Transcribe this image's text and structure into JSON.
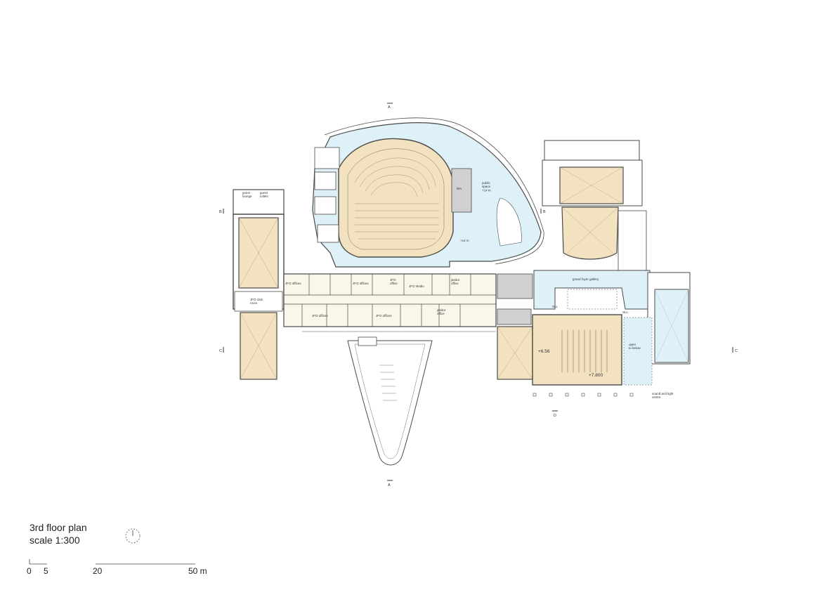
{
  "title": {
    "line1": "3rd floor plan",
    "line2": "scale 1:300"
  },
  "scale_bar": {
    "ticks": [
      "0",
      "5",
      "20",
      "50 m"
    ]
  },
  "section_marks": {
    "a_top": "A",
    "a_bottom": "A",
    "b_left": "B",
    "b_right": "B",
    "c_left": "C",
    "c_right": "C",
    "d": "D"
  },
  "room_labels": {
    "guest_lounge": "guest\nlounge",
    "guest_toilets": "guest\ntoilets",
    "jfo_club_room": "JFO club\nroom",
    "jfo_offices_1": "JFO offices",
    "jfo_offices_2": "JFO offices",
    "jfo_offices_3": "JFO offices",
    "jfo_offices_4": "JFO offices",
    "jfo_studio": "JFO studio",
    "jfo_office": "JFO\noffice",
    "janitor_office_1": "janitor\noffice",
    "janitor_office_2": "janitor\noffice",
    "public_space": "public\nspace\n+14 m",
    "level_marker": "+14 m",
    "wa": "WA",
    "grand_foyer_gallery": "grand foyer gallery",
    "level_656": "+6.56",
    "level_7800": "+7.800",
    "open_to_below": "open\nto below",
    "sound_light_centre": "sound and light\ncentre",
    "sll_1": "SLL",
    "sll_2": "SLL"
  },
  "colors": {
    "wall": "#4a4a4a",
    "hall_fill": "#f3e2c0",
    "public_fill": "#def1f8",
    "service_fill": "#d0d0d0",
    "corridor_fill": "#fbf6ea"
  }
}
